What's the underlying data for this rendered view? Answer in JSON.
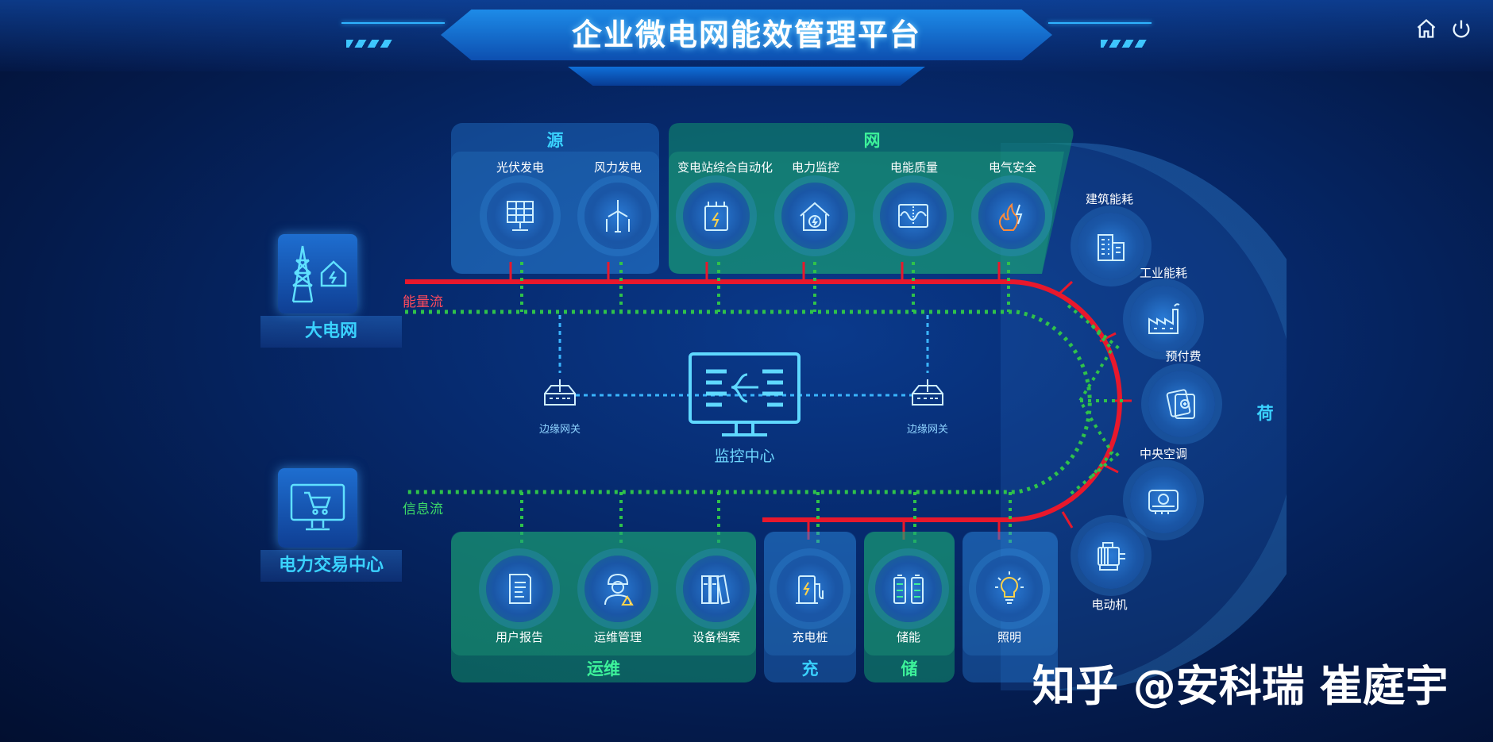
{
  "header": {
    "title": "企业微电网能效管理平台",
    "home_icon": "home-icon",
    "power_icon": "power-icon"
  },
  "left": {
    "grid_label": "大电网",
    "trade_label": "电力交易中心",
    "energy_flow_label": "能量流",
    "info_flow_label": "信息流"
  },
  "source": {
    "title": "源",
    "items": [
      {
        "label": "光伏发电",
        "icon": "solar-panel-icon"
      },
      {
        "label": "风力发电",
        "icon": "wind-turbine-icon"
      }
    ]
  },
  "network": {
    "title": "网",
    "items": [
      {
        "label": "变电站综合自动化",
        "icon": "substation-icon"
      },
      {
        "label": "电力监控",
        "icon": "power-monitor-icon"
      },
      {
        "label": "电能质量",
        "icon": "power-quality-icon"
      },
      {
        "label": "电气安全",
        "icon": "electrical-safety-icon"
      }
    ]
  },
  "center": {
    "monitor_label": "监控中心",
    "gateway_left_label": "边缘网关",
    "gateway_right_label": "边缘网关"
  },
  "load": {
    "title": "荷",
    "items": [
      {
        "label": "建筑能耗",
        "icon": "building-icon"
      },
      {
        "label": "工业能耗",
        "icon": "factory-icon"
      },
      {
        "label": "预付费",
        "icon": "prepaid-card-icon"
      },
      {
        "label": "中央空调",
        "icon": "air-conditioner-icon"
      },
      {
        "label": "电动机",
        "icon": "motor-icon"
      }
    ]
  },
  "ops": {
    "title": "运维",
    "items": [
      {
        "label": "用户报告",
        "icon": "report-icon"
      },
      {
        "label": "运维管理",
        "icon": "engineer-icon"
      },
      {
        "label": "设备档案",
        "icon": "archive-icon"
      }
    ]
  },
  "charge": {
    "title": "充",
    "item": {
      "label": "充电桩",
      "icon": "charging-pile-icon"
    }
  },
  "storage": {
    "title": "储",
    "item": {
      "label": "储能",
      "icon": "battery-icon"
    }
  },
  "lighting": {
    "item": {
      "label": "照明",
      "icon": "light-bulb-icon"
    }
  },
  "watermark": "知乎 @安科瑞 崔庭宇",
  "colors": {
    "energy_line": "#e8182c",
    "info_line": "#2fc24a",
    "accent": "#3ad2ff"
  }
}
